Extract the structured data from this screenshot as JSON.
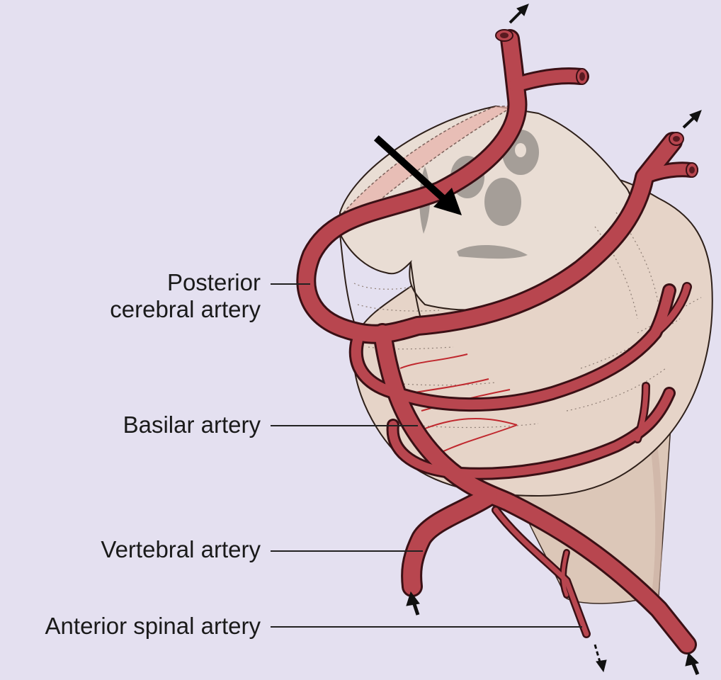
{
  "labels": {
    "posterior_line1": "Posterior",
    "posterior_line2": "cerebral artery",
    "basilar": "Basilar artery",
    "vertebral": "Vertebral artery",
    "anterior_spinal": "Anterior spinal artery"
  },
  "colors": {
    "background": "#e4e0f0",
    "artery": "#b8464f",
    "artery_outline": "#3a1015",
    "tissue": "#e6d4c8",
    "tissue_shade": "#d9c2b3",
    "nuclei": "#a59e98",
    "perforators": "#c0282e",
    "arrow": "#111111"
  }
}
